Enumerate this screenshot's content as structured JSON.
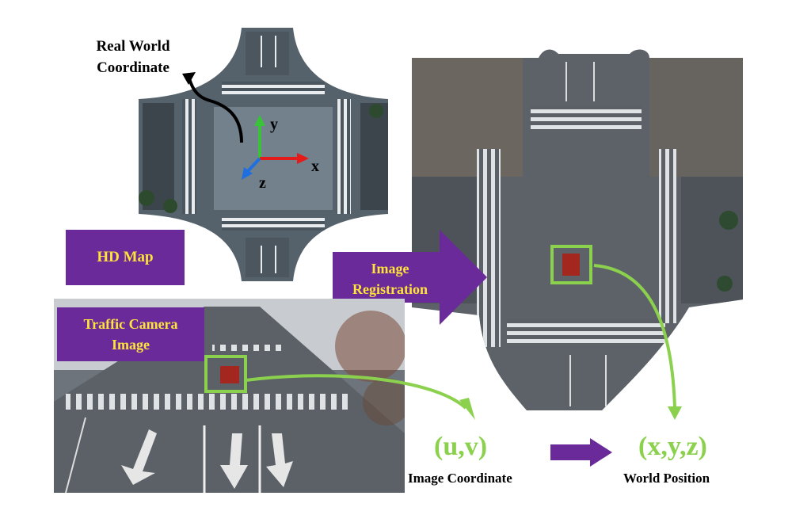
{
  "labels": {
    "real_world": "Real World\nCoordinate",
    "hd_map": "HD Map",
    "traffic_camera": "Traffic Camera\nImage",
    "image_registration": "Image\nRegistration",
    "uv": "(u,v)",
    "xyz": "(x,y,z)",
    "image_coordinate": "Image Coordinate",
    "world_position": "World Position",
    "axis_x": "x",
    "axis_y": "y",
    "axis_z": "z"
  },
  "colors": {
    "purple": "#6a2a9a",
    "yellow_text": "#ffe23a",
    "green": "#8bd14e",
    "axis_x": "#e31b1b",
    "axis_y": "#39c23a",
    "axis_z": "#1f6fe0"
  }
}
